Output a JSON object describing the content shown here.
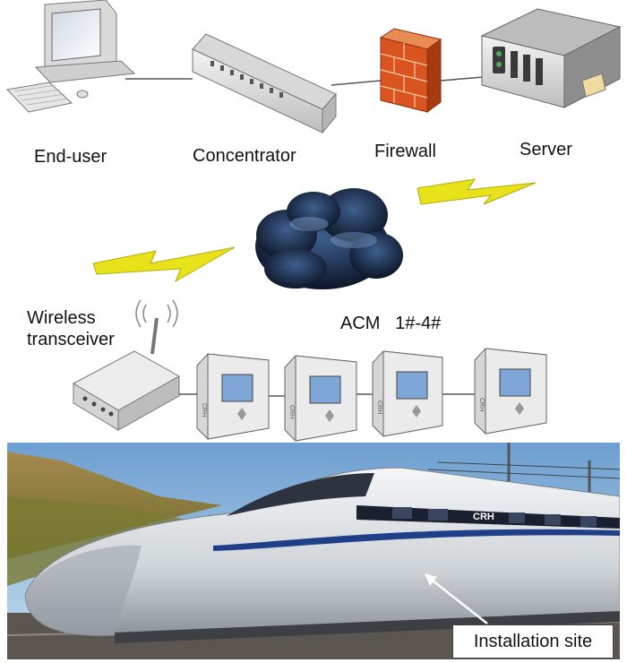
{
  "labels": {
    "end_user": "End-user",
    "concentrator": "Concentrator",
    "firewall": "Firewall",
    "server": "Server",
    "wireless_line1": "Wireless",
    "wireless_line2": "transceiver",
    "acm": "ACM   1#-4#",
    "installation_site": "Installation site"
  },
  "device_logo": "CRH",
  "colors": {
    "firewall_brick": "#d9541e",
    "cloud": "#1d2b4a",
    "lightning": "#e8e21a",
    "train_body": "#dfe3e6",
    "sky": "#8fb7dc"
  }
}
